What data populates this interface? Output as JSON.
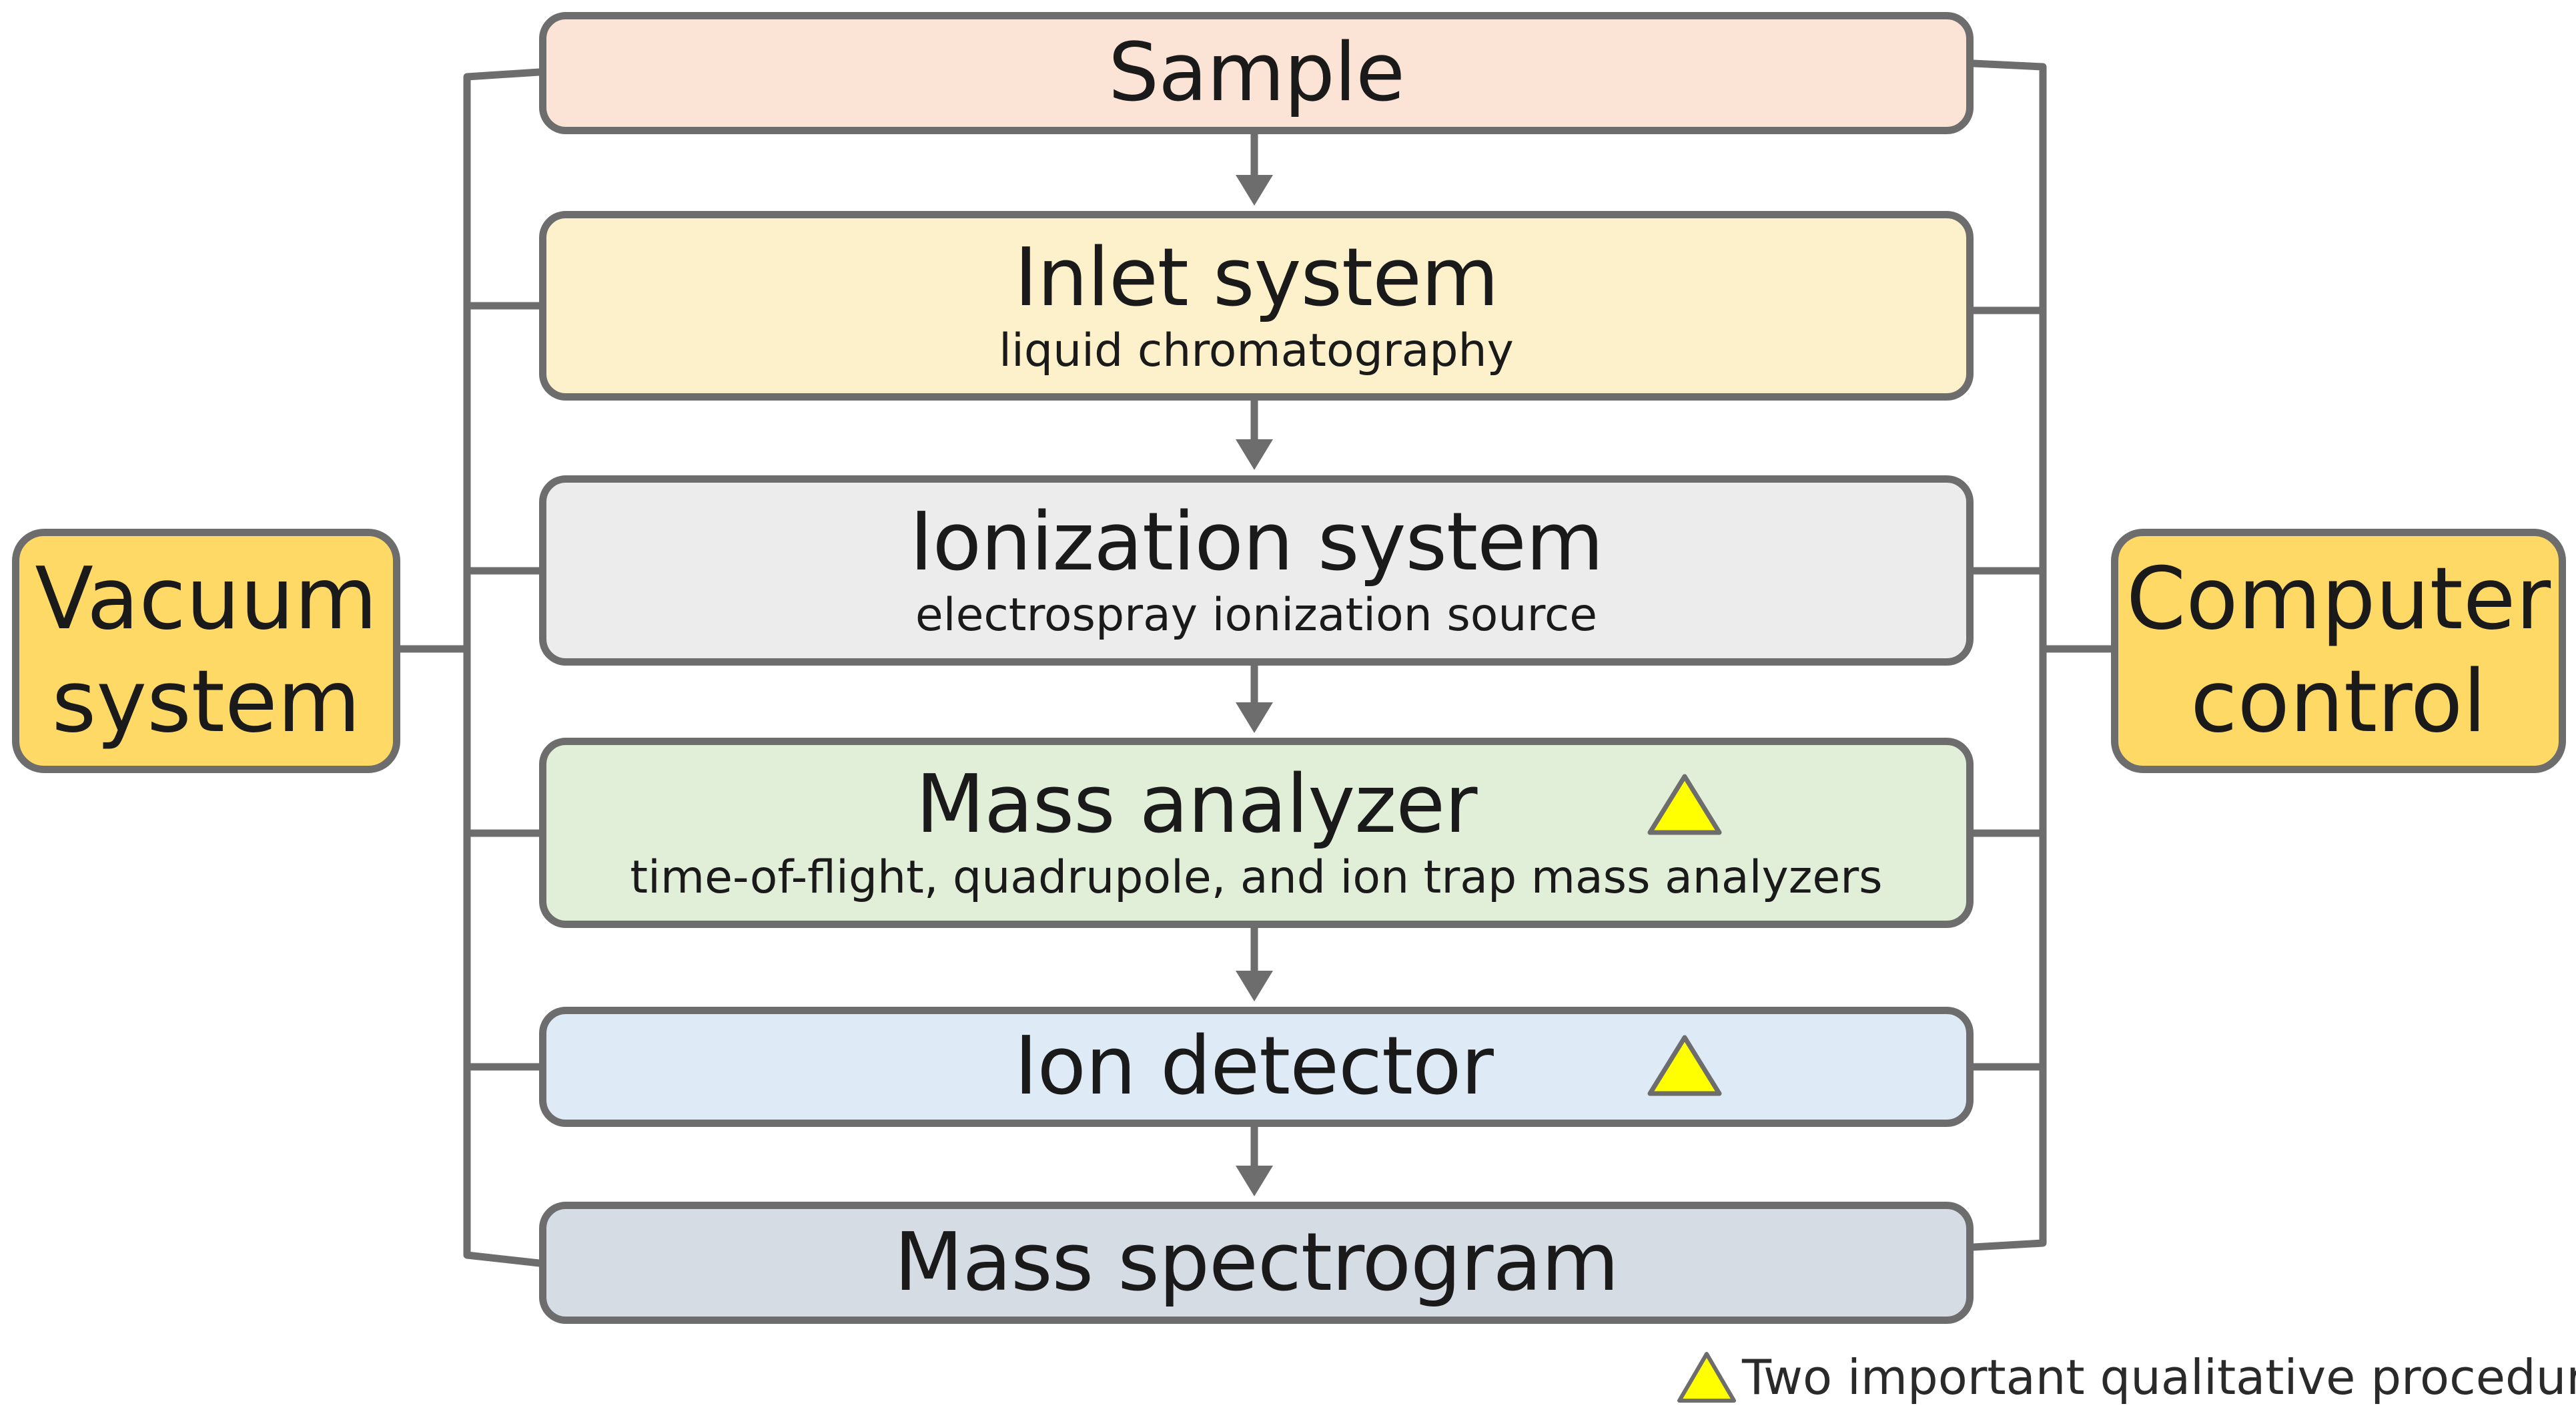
{
  "stages": [
    {
      "title": "Sample",
      "subtitle": ""
    },
    {
      "title": "Inlet system",
      "subtitle": "liquid chromatography"
    },
    {
      "title": "Ionization system",
      "subtitle": "electrospray ionization source"
    },
    {
      "title": "Mass analyzer",
      "subtitle": "time-of-flight, quadrupole, and ion trap mass analyzers"
    },
    {
      "title": "Ion detector",
      "subtitle": ""
    },
    {
      "title": "Mass spectrogram",
      "subtitle": ""
    }
  ],
  "left_block": {
    "line1": "Vacuum",
    "line2": "system"
  },
  "right_block": {
    "line1": "Computer",
    "line2": "control"
  },
  "legend": {
    "text": "Two important qualitative procedure",
    "marker_icon": "yellow-triangle-icon"
  },
  "colors": {
    "sample": "#fbe4d6",
    "inlet": "#fdf1cc",
    "ionization": "#ececec",
    "mass_analyzer": "#e2efd8",
    "ion_detector": "#deebf7",
    "mass_spectrogram": "#d6dce4",
    "side_blocks": "#ffd965",
    "connector": "#6d6d6d",
    "marker": "#ffff00"
  }
}
